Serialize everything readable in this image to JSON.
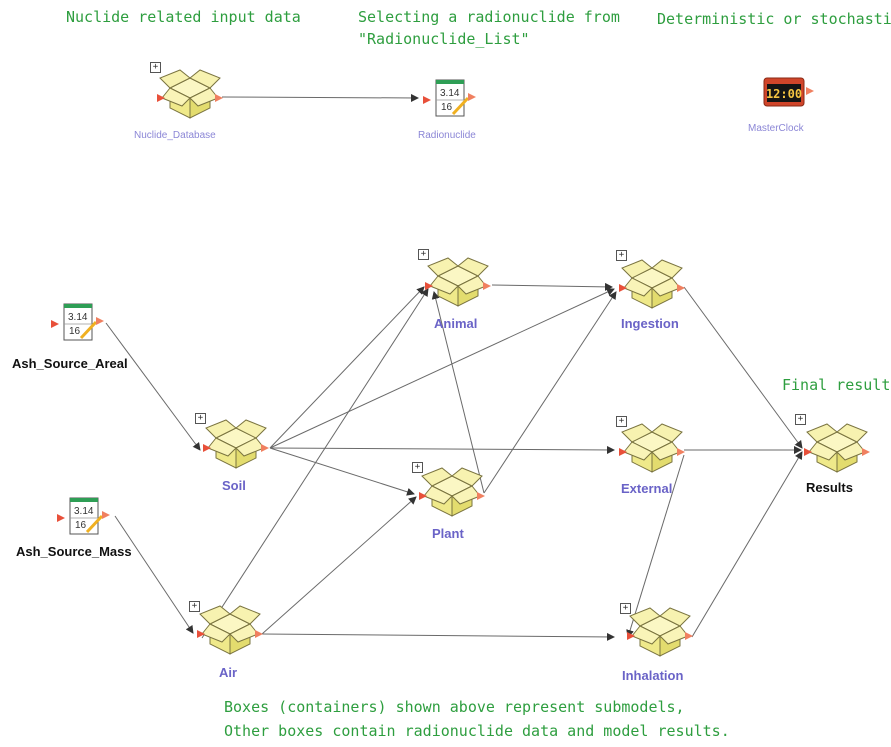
{
  "annotations": {
    "nuclide_input": "Nuclide related input data",
    "selecting_line1": "Selecting a radionuclide from",
    "selecting_line2": "\"Radionuclide_List\"",
    "deterministic": "Deterministic or stochastic?",
    "final_results": "Final results",
    "boxes_line1": "Boxes (containers) shown above represent submodels,",
    "boxes_line2": "Other boxes contain radionuclide data and model results."
  },
  "nodes": {
    "nuclide_database": "Nuclide_Database",
    "radionuclide": "Radionuclide",
    "masterclock": "MasterClock",
    "ash_source_areal": "Ash_Source_Areal",
    "ash_source_mass": "Ash_Source_Mass",
    "soil": "Soil",
    "air": "Air",
    "animal": "Animal",
    "plant": "Plant",
    "ingestion": "Ingestion",
    "external": "External",
    "inhalation": "Inhalation",
    "results": "Results"
  },
  "data_icon": {
    "line1": "3.14",
    "line2": "16"
  },
  "clock_display": "12:00",
  "colors": {
    "annotation": "#2e9e3f",
    "submodel_label": "#6a63c7",
    "box_fill": "#f4f0a0",
    "box_stroke": "#7a7440",
    "arrow_in": "#e8503a",
    "arrow_out": "#f08060",
    "link": "#666666"
  }
}
